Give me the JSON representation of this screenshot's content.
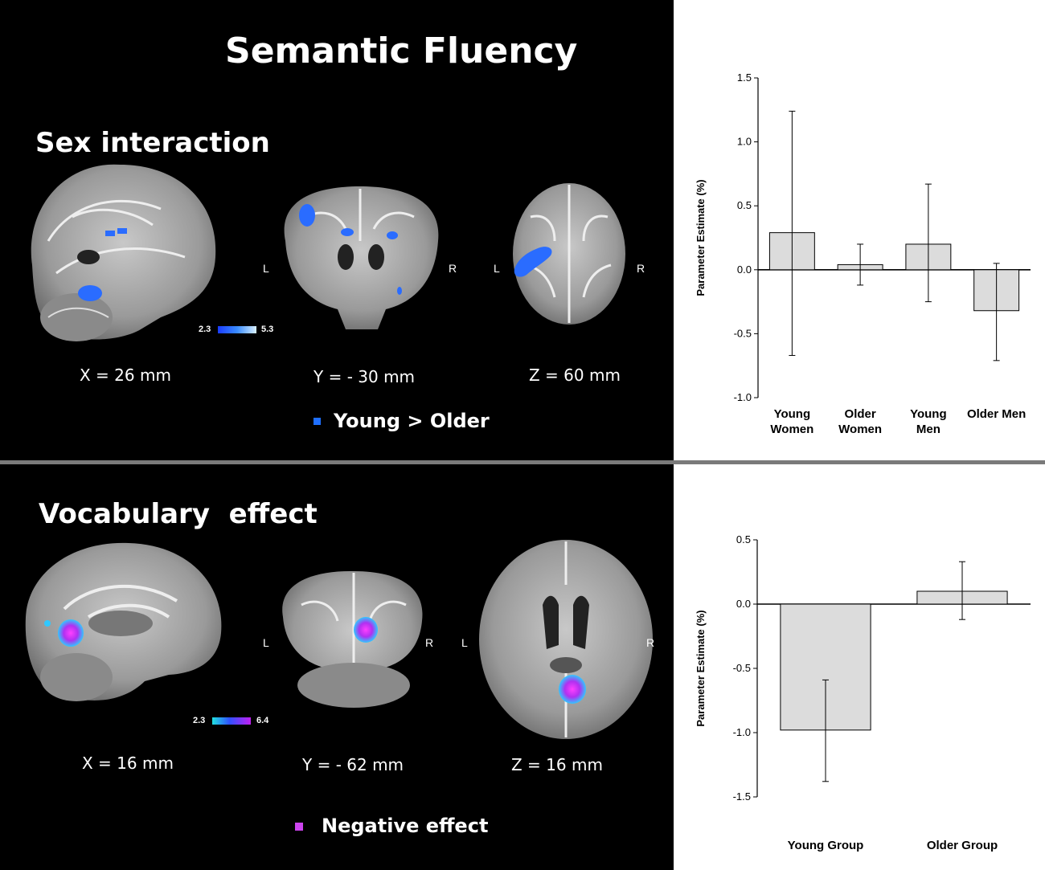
{
  "figure": {
    "title": "Semantic Fluency"
  },
  "top": {
    "section_label": "Sex interaction",
    "views": [
      {
        "coord": "X = 26 mm"
      },
      {
        "coord": "Y = - 30 mm",
        "left": "L",
        "right": "R"
      },
      {
        "coord": "Z = 60 mm",
        "left": "L",
        "right": "R"
      }
    ],
    "scale": {
      "min": "2.3",
      "max": "5.3"
    },
    "legend": {
      "label": "Young > Older",
      "color": "#1f6fff"
    },
    "colors": {
      "blob": "#2a6cff"
    }
  },
  "bottom": {
    "section_label": "Vocabulary  effect",
    "views": [
      {
        "coord": "X = 16 mm"
      },
      {
        "coord": "Y = - 62 mm",
        "left": "L",
        "right": "R"
      },
      {
        "coord": "Z = 16 mm",
        "left": "L",
        "right": "R"
      }
    ],
    "scale": {
      "min": "2.3",
      "max": "6.4"
    },
    "legend": {
      "label": "Negative effect",
      "color": "#cc44ee"
    },
    "colors": {
      "blob": "#c040f0"
    }
  },
  "chart_data": [
    {
      "type": "bar",
      "categories": [
        "Young Women",
        "Older Women",
        "Young Men",
        "Older Men"
      ],
      "category_lines": [
        [
          "Young",
          "Women"
        ],
        [
          "Older",
          "Women"
        ],
        [
          "Young",
          "Men"
        ],
        [
          "Older Men"
        ]
      ],
      "values": [
        0.29,
        0.04,
        0.2,
        -0.32
      ],
      "error_low": [
        -0.67,
        -0.12,
        -0.25,
        -0.71
      ],
      "error_high": [
        1.24,
        0.2,
        0.67,
        0.05
      ],
      "ylabel": "Parameter Estimate (%)",
      "ylim": [
        -1.0,
        1.5
      ],
      "yticks": [
        "1.5",
        "1.0",
        "0.5",
        "0.0",
        "-0.5",
        "-1.0"
      ],
      "ytick_values": [
        1.5,
        1.0,
        0.5,
        0.0,
        -0.5,
        -1.0
      ],
      "bar_color": "#dcdcdc",
      "grid": false
    },
    {
      "type": "bar",
      "categories": [
        "Young Group",
        "Older Group"
      ],
      "category_lines": [
        [
          "Young Group"
        ],
        [
          "Older Group"
        ]
      ],
      "values": [
        -0.98,
        0.1
      ],
      "error_low": [
        -1.38,
        -0.12
      ],
      "error_high": [
        -0.59,
        0.33
      ],
      "ylabel": "Parameter Estimate (%)",
      "ylim": [
        -1.5,
        0.5
      ],
      "yticks": [
        "0.5",
        "0.0",
        "-0.5",
        "-1.0",
        "-1.5"
      ],
      "ytick_values": [
        0.5,
        0.0,
        -0.5,
        -1.0,
        -1.5
      ],
      "bar_color": "#dcdcdc",
      "grid": false
    }
  ]
}
